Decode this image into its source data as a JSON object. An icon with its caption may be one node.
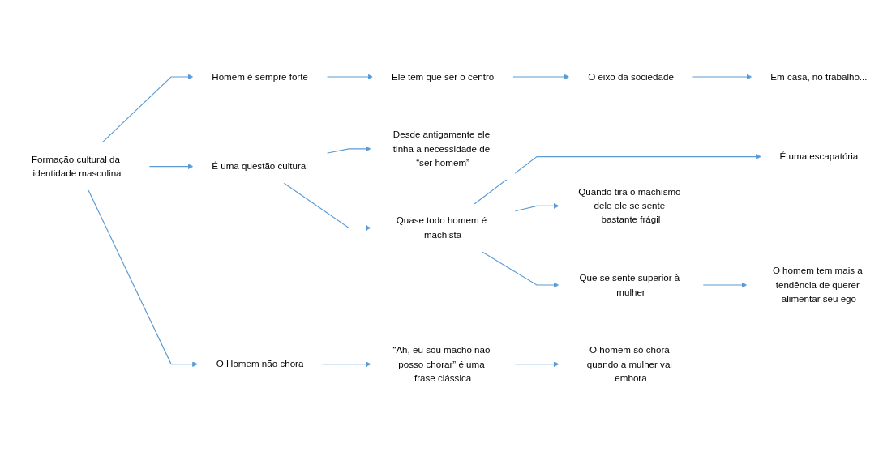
{
  "diagram": {
    "nodes": [
      {
        "text": [
          "Formação cultural da identidade masculina"
        ]
      },
      {
        "text": [
          "Homem é sempre forte"
        ]
      },
      {
        "text": [
          "Ele tem que ser o centro"
        ]
      },
      {
        "text": [
          "O eixo da sociedade"
        ]
      },
      {
        "text": [
          "Em casa, no trabalho..."
        ]
      },
      {
        "text": [
          "Desde antigamente ele tinha a necessidade de “ser homem”"
        ]
      },
      {
        "text": [
          "É uma questão cultural"
        ]
      },
      {
        "text": [
          "Quase todo homem é machista"
        ]
      },
      {
        "text": [
          "É uma escapatória"
        ]
      },
      {
        "text": [
          "Quando tira o machismo dele ele se sente bastante frágil"
        ]
      },
      {
        "text": [
          "Que se sente superior à mulher"
        ]
      },
      {
        "text": [
          "O homem tem mais a tendência de querer alimentar seu ego"
        ]
      },
      {
        "text": [
          "O Homem não chora"
        ]
      },
      {
        "text": [
          "“Ah, eu sou macho não posso chorar” é uma frase clássica"
        ]
      },
      {
        "text": [
          "O homem só chora quando a mulher vai embora"
        ]
      }
    ],
    "edges": [
      {
        "from": 0,
        "to": 1,
        "arrow": "to"
      },
      {
        "from": 1,
        "to": 2,
        "arrow": "to"
      },
      {
        "from": 2,
        "to": 3,
        "arrow": "to"
      },
      {
        "from": 3,
        "to": 4,
        "arrow": "to"
      },
      {
        "from": 0,
        "to": 6,
        "arrow": "to"
      },
      {
        "from": 6,
        "to": 5,
        "arrow": "to"
      },
      {
        "from": 6,
        "to": 7,
        "arrow": "to"
      },
      {
        "from": 7,
        "to": 8,
        "arrow": "to"
      },
      {
        "from": 7,
        "to": 9,
        "arrow": "to"
      },
      {
        "from": 7,
        "to": 10,
        "arrow": "to"
      },
      {
        "from": 10,
        "to": 11,
        "arrow": "to"
      },
      {
        "from": 0,
        "to": 12,
        "arrow": "to"
      },
      {
        "from": 12,
        "to": 13,
        "arrow": "to"
      },
      {
        "from": 13,
        "to": 14,
        "arrow": "to"
      }
    ]
  }
}
